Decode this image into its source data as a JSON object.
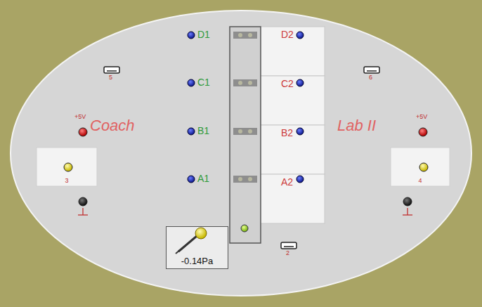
{
  "diagram": {
    "nodes": [
      {
        "text": [
          "D2"
        ]
      },
      {
        "text": [
          "C2"
        ]
      },
      {
        "text": [
          "B2"
        ]
      },
      {
        "text": [
          "A2"
        ]
      },
      {
        "text": [
          "3"
        ]
      },
      {
        "text": [
          "4"
        ]
      },
      {
        "text": [
          "-0.14Pa"
        ]
      }
    ],
    "labels": [
      "D1",
      "C1",
      "B1",
      "A1",
      "Coach",
      "Lab II",
      "+5V",
      "+5V",
      "5",
      "6",
      "2"
    ]
  }
}
